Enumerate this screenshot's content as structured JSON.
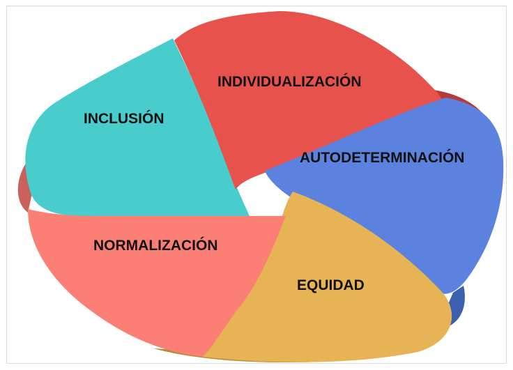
{
  "diagram": {
    "segments": [
      {
        "key": "inclusion",
        "label": "INCLUSIÓN",
        "color": "#48cccc",
        "shade": "#2b9c98"
      },
      {
        "key": "individualizacion",
        "label": "INDIVIDUALIZACIÓN",
        "color": "#e8524c",
        "shade": "#b53a38"
      },
      {
        "key": "autodeterminacion",
        "label": "AUTODETERMINACIÓN",
        "color": "#5b82df",
        "shade": "#3d5fb0"
      },
      {
        "key": "equidad",
        "label": "EQUIDAD",
        "color": "#e6b454",
        "shade": "#b98a34"
      },
      {
        "key": "normalizacion",
        "label": "NORMALIZACIÓN",
        "color": "#fb7f74",
        "shade": "#c9625a"
      }
    ]
  }
}
